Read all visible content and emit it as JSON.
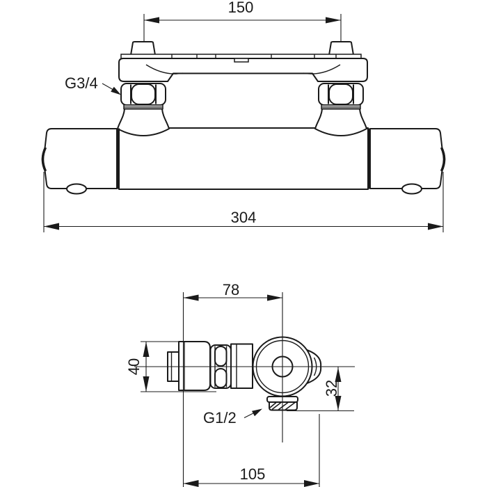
{
  "meta": {
    "drawing_type": "thermostatic shower mixer dimensional drawing",
    "background_color": "#ffffff",
    "line_color": "#1a1a1a"
  },
  "front_view": {
    "dim_center_distance": "150",
    "inlet_thread_label": "G3/4",
    "dim_total_width": "304"
  },
  "side_view": {
    "dim_wall_to_center": "78",
    "dim_handle_height": "40",
    "dim_outlet_drop": "32",
    "outlet_thread_label": "G1/2",
    "dim_total_depth": "105"
  }
}
